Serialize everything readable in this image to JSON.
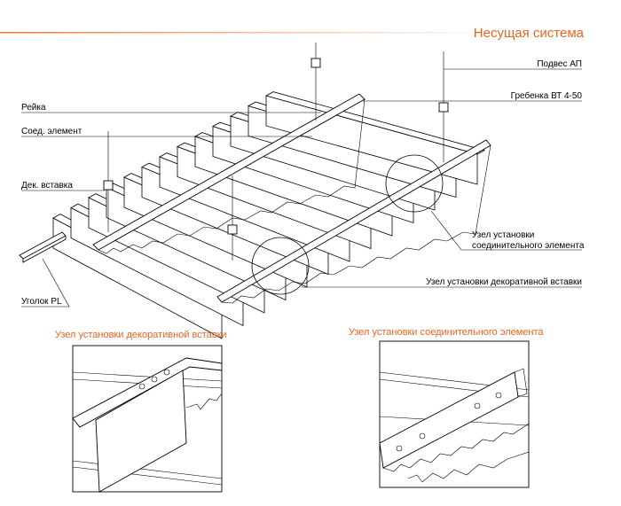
{
  "title": "Несущая система",
  "accent_color": "#e8641e",
  "labels": {
    "podves": "Подвес АП",
    "grebenka": "Гребенка ВТ 4-50",
    "reika": "Рейка",
    "soed": "Соед. элемент",
    "dek": "Дек. вставка",
    "uzel_soed_1": "Узел установки",
    "uzel_soed_2": "соединительного элемента",
    "uzel_dek": "Узел установки декоративной вставки",
    "ugolok": "Уголок PL"
  },
  "details": {
    "left_title": "Узел установки декоративной вставки",
    "right_title": "Узел установки соединительного элемента"
  }
}
